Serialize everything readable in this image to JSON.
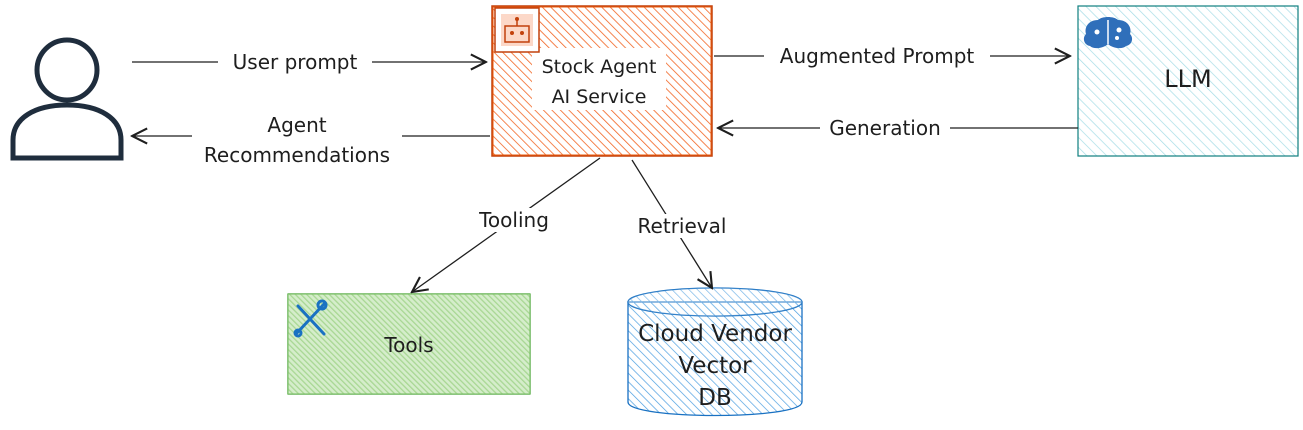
{
  "nodes": {
    "agent_service": {
      "line1": "Stock Agent",
      "line2": "AI Service",
      "fill": "#f26522",
      "stroke": "#c2410c",
      "icon": "robot-icon"
    },
    "llm": {
      "label": "LLM",
      "fill": "#a5dce6",
      "stroke": "#0f7f7f",
      "icon": "brain-circuit-icon"
    },
    "tools": {
      "label": "Tools",
      "fill": "#b2dfa0",
      "stroke": "#40a02b",
      "icon": "wrench-screwdriver-icon"
    },
    "vector_db": {
      "line1": "Cloud Vendor",
      "line2": "Vector",
      "line3": "DB",
      "fill": "#7ab8e8",
      "stroke": "#1971c2"
    },
    "user": {
      "icon": "user-icon",
      "stroke": "#1f2d3d"
    }
  },
  "edges": {
    "user_prompt": "User prompt",
    "agent_recommendations_1": "Agent",
    "agent_recommendations_2": "Recommendations",
    "augmented_prompt": "Augmented Prompt",
    "generation": "Generation",
    "tooling": "Tooling",
    "retrieval": "Retrieval"
  }
}
